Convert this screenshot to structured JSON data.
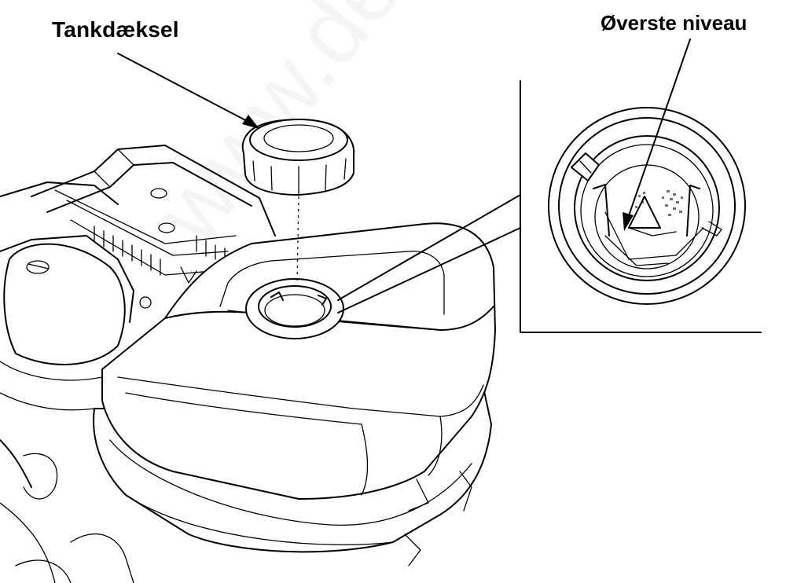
{
  "labels": {
    "cap": "Tankdæksel",
    "max_level": "Øverste niveau"
  },
  "watermark": "www.delpl..."
}
